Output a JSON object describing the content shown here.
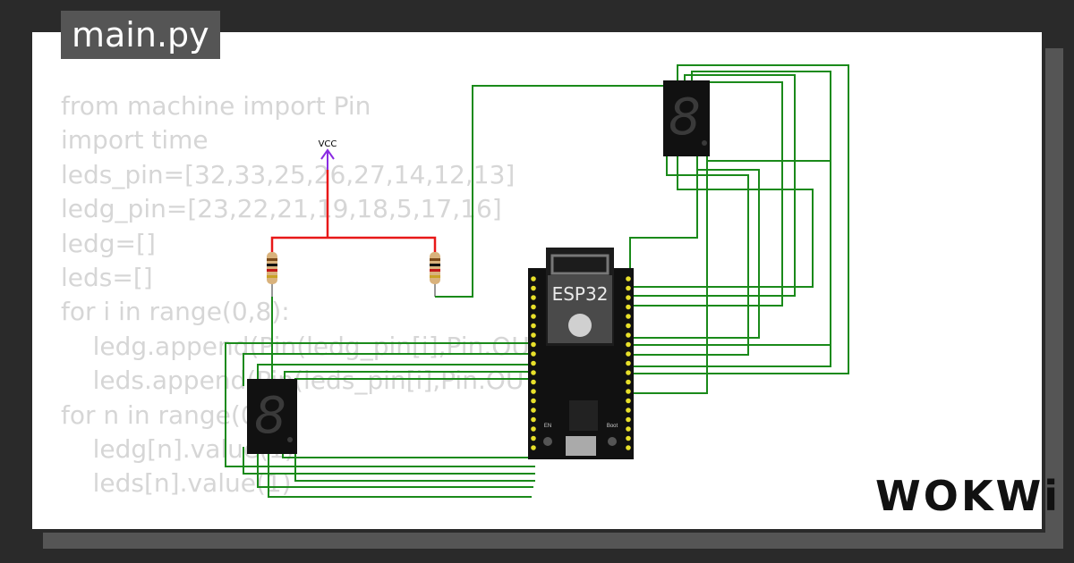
{
  "file_tab": {
    "label": "main.py"
  },
  "code_lines": [
    "from machine import Pin",
    "import time",
    "leds_pin=[32,33,25,26,27,14,12,13]",
    "ledg_pin=[23,22,21,19,18,5,17,16]",
    "ledg=[]",
    "leds=[]",
    "for i in range(0,8):",
    "    ledg.append(Pin(ledg_pin[i],Pin.OUT))",
    "    leds.append(Pin(leds_pin[i],Pin.OUT))",
    "for n in range(0,8):",
    "    ledg[n].value(1)",
    "    leds[n].value(1)"
  ],
  "diagram": {
    "vcc_label": "VCC",
    "board_label": "ESP32",
    "display_digit": "8",
    "boot_label": "Boot",
    "en_label": "EN",
    "wire_color": "#1a8a1a",
    "power_wire_color": "#e81818",
    "vcc_color": "#8a2be2"
  },
  "brand": {
    "logo_text": "WOKWi"
  }
}
